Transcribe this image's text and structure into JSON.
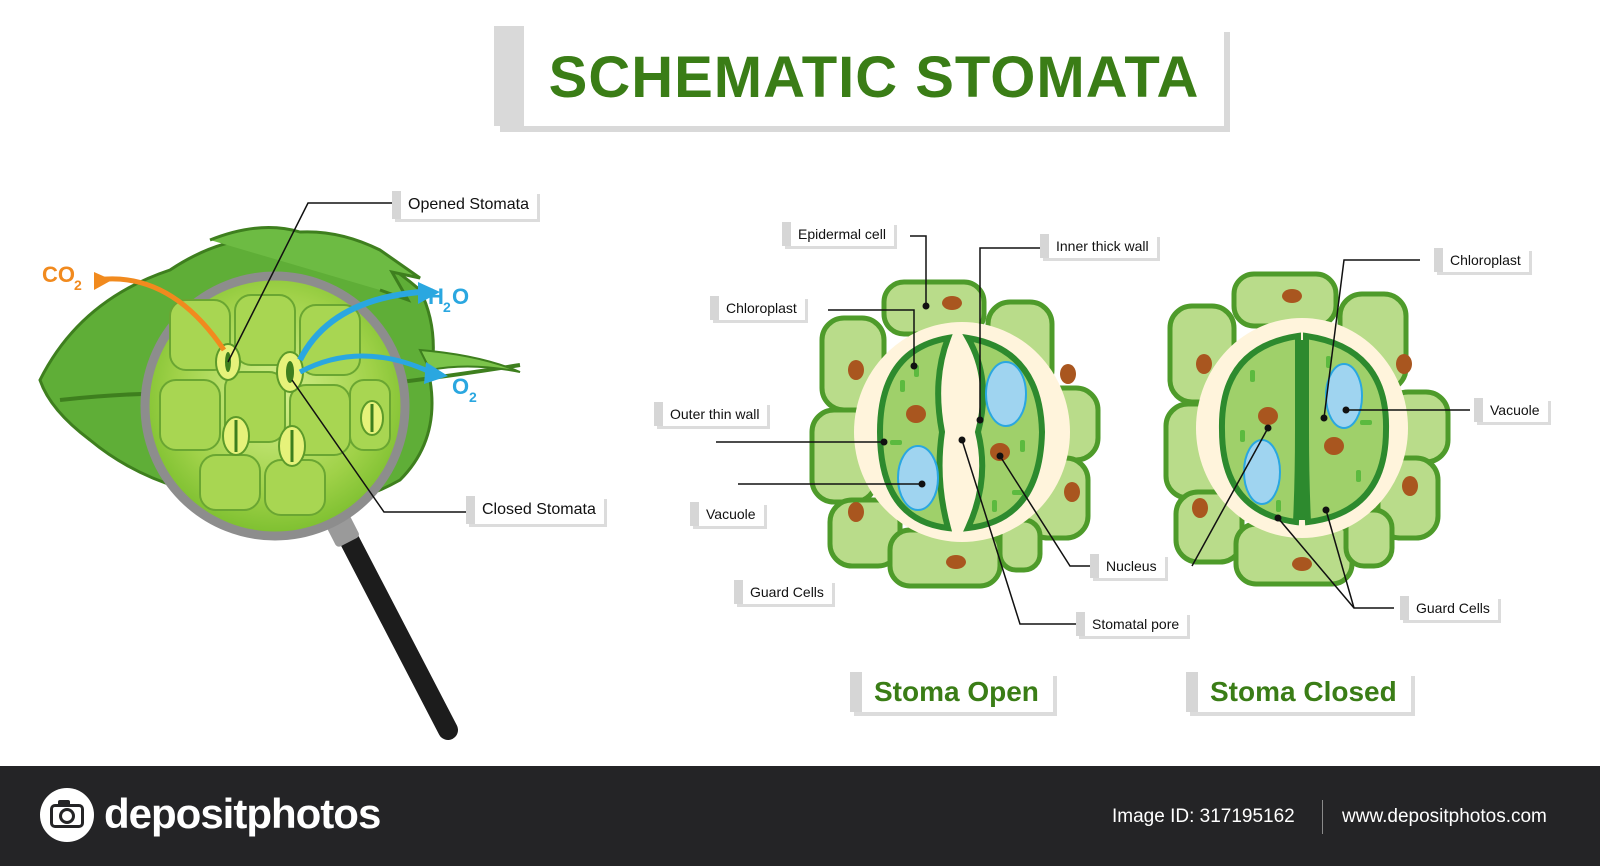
{
  "title": "SCHEMATIC STOMATA",
  "leaf_view": {
    "gas_labels": {
      "co2": "CO",
      "co2_sub": "2",
      "h2o_h": "H",
      "h2o_sub": "2",
      "h2o_o": "O",
      "o2": "O",
      "o2_sub": "2"
    },
    "labels": {
      "opened": "Opened Stomata",
      "closed": "Closed Stomata"
    }
  },
  "stoma_open": {
    "caption": "Stoma Open",
    "labels": {
      "epidermal_cell": "Epidermal cell",
      "inner_thick_wall": "Inner thick wall",
      "chloroplast": "Chloroplast",
      "outer_thin_wall": "Outer thin wall",
      "vacuole": "Vacuole",
      "guard_cells": "Guard Cells",
      "nucleus": "Nucleus",
      "stomatal_pore": "Stomatal pore"
    }
  },
  "stoma_closed": {
    "caption": "Stoma Closed",
    "labels": {
      "chloroplast": "Chloroplast",
      "vacuole": "Vacuole",
      "guard_cells": "Guard Cells"
    }
  },
  "footer": {
    "brand": "depositphotos",
    "image_id": "Image ID: 317195162",
    "website": "www.depositphotos.com"
  },
  "colors": {
    "title_green": "#3a7d16",
    "leaf_green": "#5fae37",
    "cell_fill": "#b9dc8a",
    "cell_stroke": "#4e9b2a",
    "guard_cell_fill": "#9fd06a",
    "vacuole_blue": "#9fd4f0",
    "nucleus_brown": "#a9561f",
    "co2_orange": "#f18a1e",
    "water_blue": "#2aa7e0",
    "footer_bg": "#242426"
  }
}
